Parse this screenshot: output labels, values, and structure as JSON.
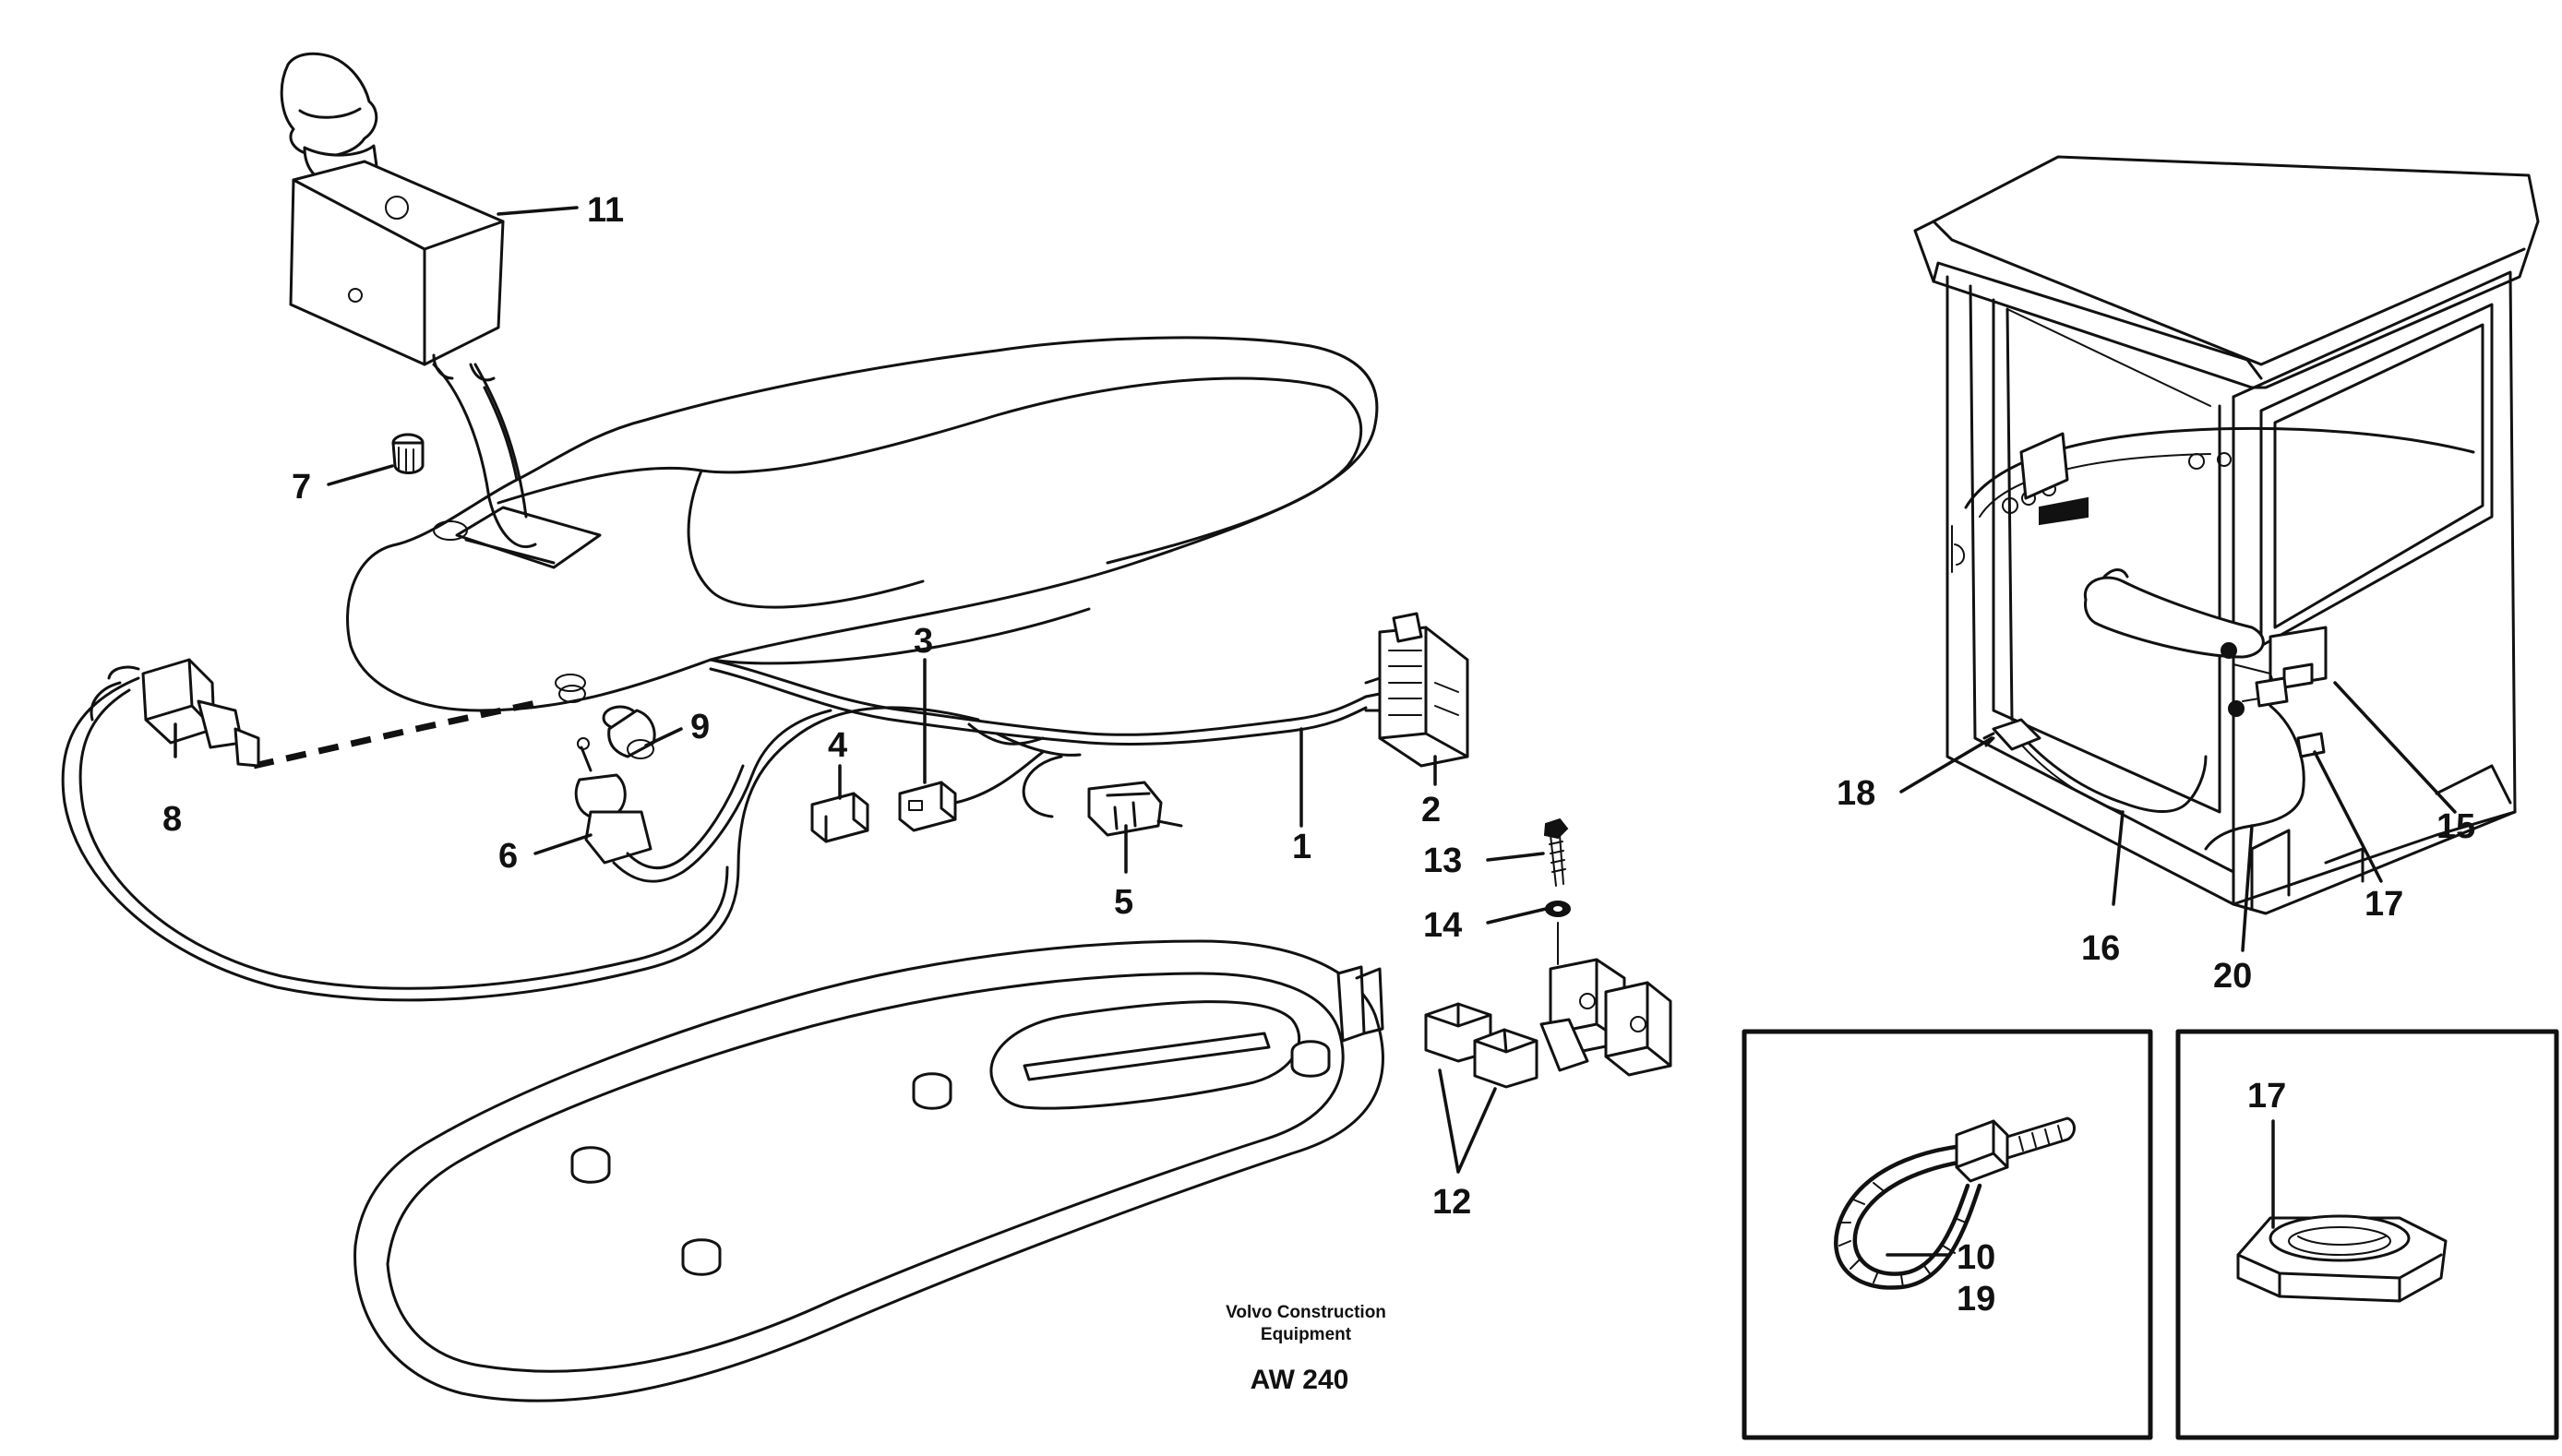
{
  "diagram": {
    "callouts": [
      {
        "id": "1",
        "label": "1"
      },
      {
        "id": "2",
        "label": "2"
      },
      {
        "id": "3",
        "label": "3"
      },
      {
        "id": "4",
        "label": "4"
      },
      {
        "id": "5",
        "label": "5"
      },
      {
        "id": "6",
        "label": "6"
      },
      {
        "id": "7",
        "label": "7"
      },
      {
        "id": "8",
        "label": "8"
      },
      {
        "id": "9",
        "label": "9"
      },
      {
        "id": "10",
        "label": "10"
      },
      {
        "id": "11",
        "label": "11"
      },
      {
        "id": "12",
        "label": "12"
      },
      {
        "id": "13",
        "label": "13"
      },
      {
        "id": "14",
        "label": "14"
      },
      {
        "id": "15",
        "label": "15"
      },
      {
        "id": "16",
        "label": "16"
      },
      {
        "id": "17",
        "label": "17"
      },
      {
        "id": "17b",
        "label": "17"
      },
      {
        "id": "18",
        "label": "18"
      },
      {
        "id": "19",
        "label": "19"
      },
      {
        "id": "20",
        "label": "20"
      }
    ],
    "credit": {
      "line1": "Volvo Construction",
      "line2": "Equipment",
      "code": "AW 240"
    }
  }
}
